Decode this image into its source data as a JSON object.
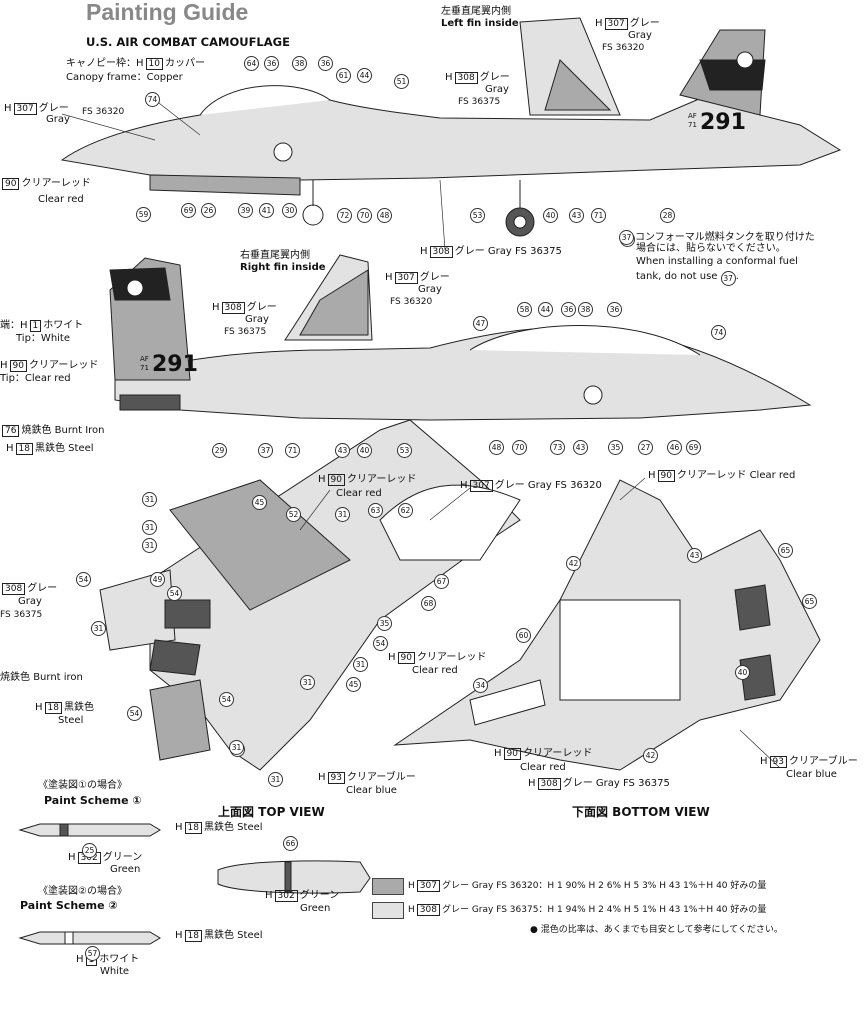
{
  "header": {
    "title": "Painting Guide",
    "subtitle": "U.S. AIR COMBAT CAMOUFLAGE"
  },
  "canopy": {
    "jp": "キャノピー枠：H",
    "code": "10",
    "jp2": "カッパー",
    "en": "Canopy frame：Copper"
  },
  "left_fin": {
    "jp": "左垂直尾翼内側",
    "en": "Left fin inside"
  },
  "right_fin": {
    "jp": "右垂直尾翼内側",
    "en": "Right fin inside"
  },
  "gray307": {
    "code": "307",
    "jp": "グレー",
    "en": "Gray",
    "fs": "FS 36320"
  },
  "gray308": {
    "code": "308",
    "jp": "グレー",
    "en": "Gray",
    "fs": "FS 36375"
  },
  "red90": {
    "code": "90",
    "jp": "クリアーレッド",
    "en": "Clear red"
  },
  "blue93": {
    "code": "93",
    "jp": "クリアーブルー",
    "en": "Clear blue"
  },
  "white1": {
    "code": "1",
    "jp": "ホワイト",
    "en": "White"
  },
  "steel18": {
    "code": "18",
    "jp": "黒鉄色",
    "en": "Steel"
  },
  "iron76": {
    "code": "76",
    "jp": "焼鉄色",
    "en": "Burnt Iron",
    "en2": "Burnt iron"
  },
  "green302": {
    "code": "302",
    "jp": "グリーン",
    "en": "Green"
  },
  "tip": {
    "jp": "端：H",
    "white": "Tip：White",
    "clear": "Tip：Clear red"
  },
  "conformal": {
    "jp1": "コンフォーマル燃料タンクを取り付けた",
    "jp2": "場合には、貼らないでください。",
    "en1": "When installing a conformal fuel",
    "en2": "tank, do not use"
  },
  "gray308_side": "グレー Gray FS 36375",
  "gray307_side": "グレー Gray FS 36320",
  "tail_number": "291",
  "tail_af": "AF",
  "tail_71": "71",
  "views": {
    "top": "上面図  TOP VIEW",
    "bottom": "下面図  BOTTOM VIEW"
  },
  "schemes": {
    "s1_jp": "《塗装図①の場合》",
    "s1_en": "Paint Scheme ①",
    "s2_jp": "《塗装図②の場合》",
    "s2_en": "Paint Scheme ②"
  },
  "mix": {
    "row1": "グレー  Gray  FS 36320：H 1  90%  H 2  6%  H 5  3%  H 43  1%＋H 40 好みの量",
    "row2": "グレー  Gray  FS 36375：H 1  94%  H 2  4%  H 5  1%  H 43  1%＋H 40 好みの量",
    "note": "● 混色の比率は、あくまでも目安として参考にしてください。"
  },
  "colors": {
    "gray307": "#aaaaaa",
    "gray308": "#e2e2e2",
    "line": "#222222"
  },
  "callouts": {
    "side1": [
      "64",
      "36",
      "38",
      "36",
      "61",
      "44",
      "51",
      "74",
      "59",
      "69",
      "26",
      "39",
      "41",
      "30",
      "72",
      "70",
      "48",
      "53",
      "40",
      "43",
      "71",
      "37",
      "28"
    ],
    "side2": [
      "47",
      "58",
      "44",
      "36",
      "38",
      "36",
      "74",
      "29",
      "37",
      "71",
      "43",
      "40",
      "53",
      "48",
      "70",
      "73",
      "43",
      "35",
      "27",
      "46",
      "69"
    ],
    "top": [
      "31",
      "45",
      "52",
      "31",
      "63",
      "62",
      "31",
      "31",
      "67",
      "54",
      "49",
      "54",
      "68",
      "31",
      "54",
      "31",
      "35",
      "31",
      "45",
      "54",
      "54",
      "31",
      "31",
      "31",
      "25"
    ],
    "bottom": [
      "42",
      "43",
      "65",
      "65",
      "60",
      "34",
      "40",
      "42",
      "66",
      "57"
    ]
  }
}
